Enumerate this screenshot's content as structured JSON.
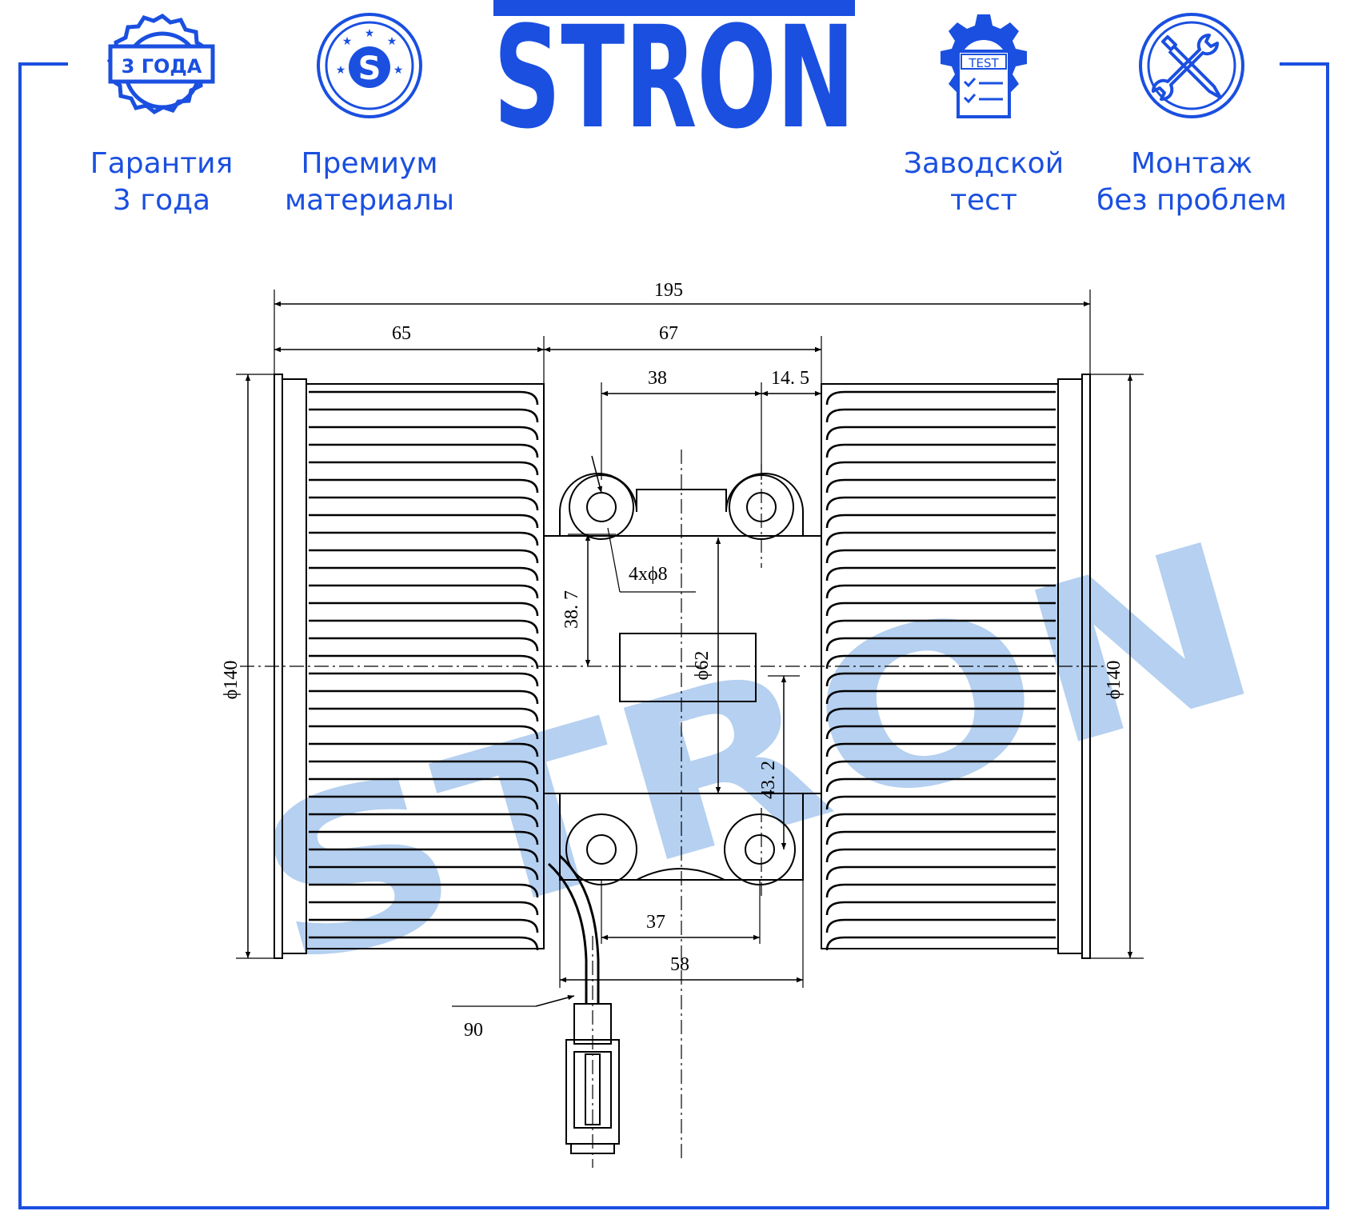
{
  "brand": {
    "name": "STRON",
    "watermark": "STRON",
    "color": "#1a4fe0",
    "watermark_color": "#a9c8ee"
  },
  "features": [
    {
      "icon": "warranty-badge-icon",
      "badge_text": "3 ГОДА",
      "line1": "Гарантия",
      "line2": "3 года"
    },
    {
      "icon": "premium-materials-icon",
      "badge_text": "S",
      "line1": "Премиум",
      "line2": "материалы"
    },
    {
      "icon": "factory-test-icon",
      "badge_text": "TEST",
      "line1": "Заводской",
      "line2": "тест"
    },
    {
      "icon": "tools-icon",
      "line1": "Монтаж",
      "line2": "без проблем"
    }
  ],
  "drawing": {
    "dimensions": {
      "overall_width": "195",
      "left_wheel_width": "65",
      "motor_body_width": "67",
      "mount_hole_spacing_top": "38",
      "right_offset": "14. 5",
      "hole_callout": "4xϕ8",
      "top_hole_height": "38. 7",
      "motor_diameter": "ϕ62",
      "bottom_hole_height": "43. 2",
      "mount_hole_spacing_bottom": "37",
      "bottom_flange_width": "58",
      "cable_angle": "90",
      "left_diameter": "ϕ140",
      "right_diameter": "ϕ140"
    }
  }
}
